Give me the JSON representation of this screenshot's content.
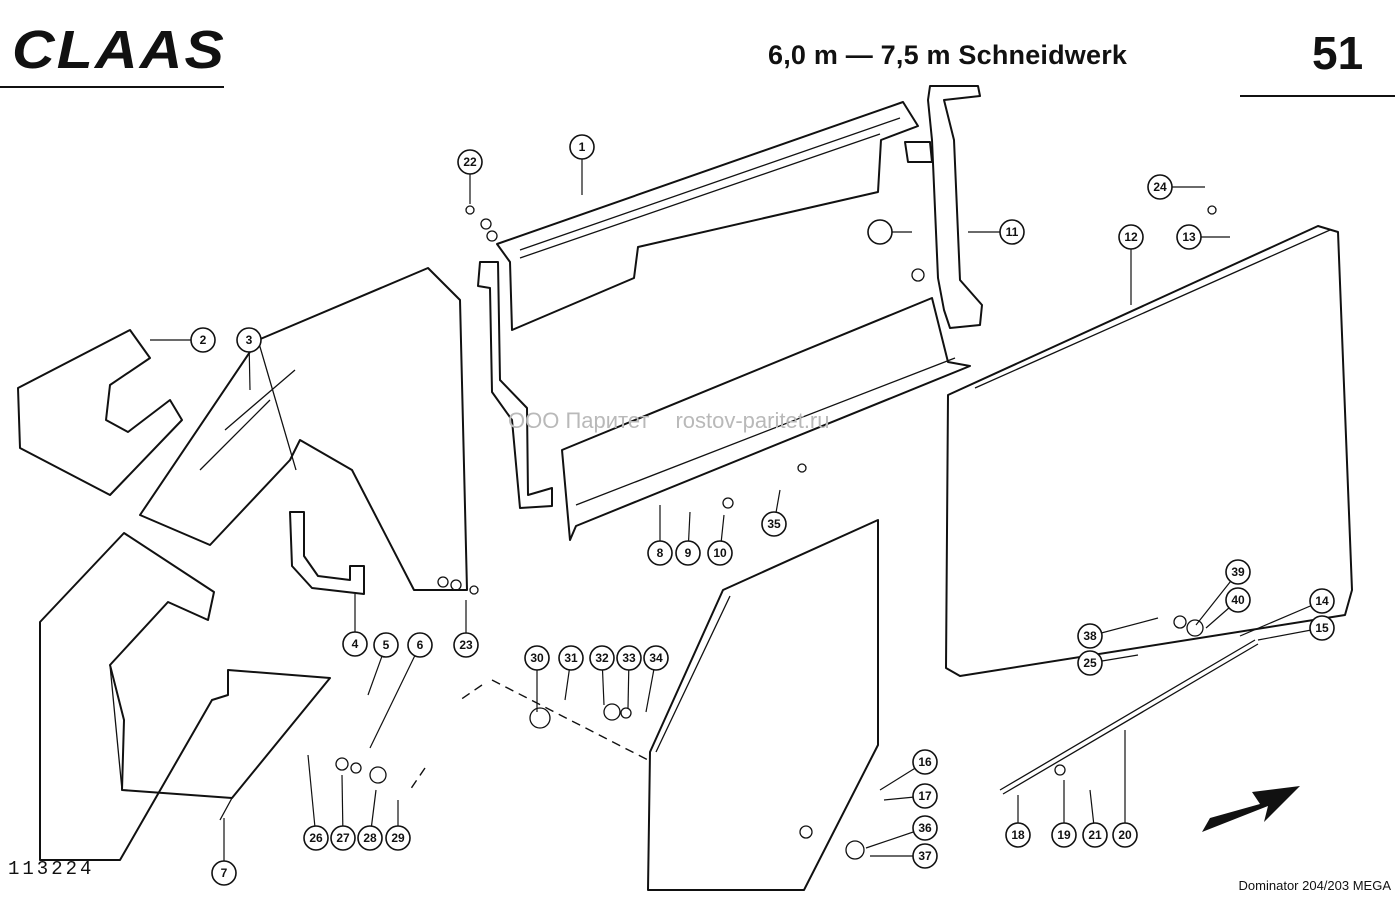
{
  "header": {
    "brand": "CLAAS",
    "title": "6,0 m — 7,5 m Schneidwerk",
    "page_number": "51"
  },
  "footer": {
    "document_number": "113224",
    "model": "Dominator 204/203 MEGA"
  },
  "watermark": {
    "company": "ООО Паритет",
    "site": "rostov-paritet.ru"
  },
  "callouts": [
    "1",
    "2",
    "3",
    "4",
    "5",
    "6",
    "7",
    "8",
    "9",
    "10",
    "11",
    "12",
    "13",
    "14",
    "15",
    "16",
    "17",
    "18",
    "19",
    "20",
    "21",
    "22",
    "23",
    "24",
    "25",
    "26",
    "27",
    "28",
    "29",
    "30",
    "31",
    "32",
    "33",
    "34",
    "35",
    "36",
    "37",
    "38",
    "39",
    "40"
  ],
  "colors": {
    "ink": "#111111",
    "watermark": "#b9b9b9",
    "paper": "#ffffff"
  }
}
